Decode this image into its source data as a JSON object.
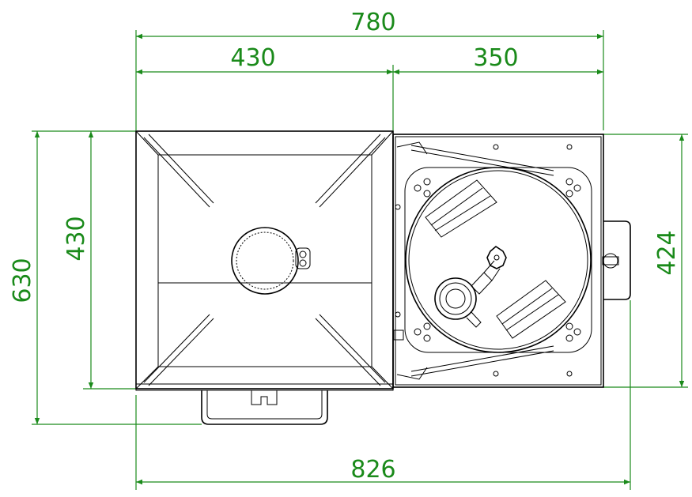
{
  "colors": {
    "dimension": "#1a8a1a",
    "drawing": "#000000",
    "background": "#ffffff"
  },
  "dimensions": {
    "overall_top": "780",
    "left_section": "430",
    "right_section": "350",
    "left_height_outer": "630",
    "left_height_inner": "430",
    "right_height": "424",
    "bottom_overall": "826"
  }
}
